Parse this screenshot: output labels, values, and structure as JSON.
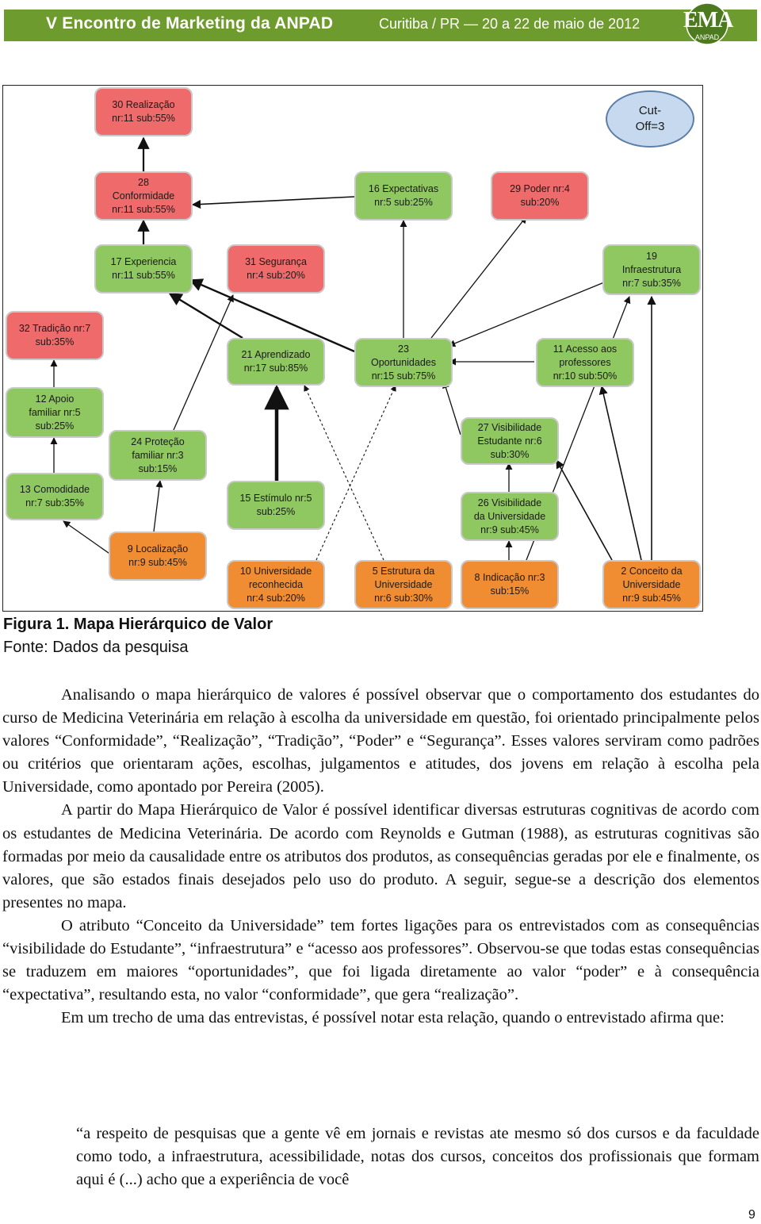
{
  "header": {
    "title": "V Encontro de Marketing da ANPAD",
    "subtitle": "Curitiba / PR — 20 a 22 de maio de 2012",
    "logo_main": "EMA",
    "logo_sub": "ANPAD",
    "bar_color": "#6e9b2d"
  },
  "figure": {
    "cutoff": "Cut-\nOff=3",
    "nodes": {
      "realizacao": "30 Realização\nnr:11 sub:55%",
      "conformidade": "28\nConformidade\nnr:11 sub:55%",
      "expectativas": "16 Expectativas\nnr:5 sub:25%",
      "poder": "29 Poder nr:4\nsub:20%",
      "experiencia": "17 Experiencia\nnr:11 sub:55%",
      "seguranca": "31 Segurança\nnr:4 sub:20%",
      "infraestrutura": "19\nInfraestrutura\nnr:7 sub:35%",
      "tradicao": "32 Tradição nr:7\nsub:35%",
      "aprendizado": "21 Aprendizado\nnr:17 sub:85%",
      "oportunidades": "23\nOportunidades\nnr:15 sub:75%",
      "acesso": "11 Acesso aos\nprofessores\nnr:10 sub:50%",
      "apoio": "12 Apoio\nfamiliar nr:5\nsub:25%",
      "visib_estudante": "27 Visibilidade\nEstudante nr:6\nsub:30%",
      "protecao": "24 Proteção\nfamiliar nr:3\nsub:15%",
      "comodidade": "13 Comodidade\nnr:7 sub:35%",
      "estimulo": "15 Estímulo nr:5\nsub:25%",
      "visib_universidade": "26 Visibilidade\nda Universidade\nnr:9 sub:45%",
      "localizacao": "9 Localização\nnr:9 sub:45%",
      "univ_reconhecida": "10 Universidade\nreconhecida\nnr:4 sub:20%",
      "estrutura": "5 Estrutura da\nUniversidade\nnr:6 sub:30%",
      "indicacao": "8 Indicação nr:3\nsub:15%",
      "conceito": "2 Conceito da\nUniversidade\nnr:9 sub:45%"
    },
    "colors": {
      "value": "#ef6b6b",
      "consequence": "#8fc860",
      "attribute": "#f08d32",
      "cutoff": "#c6d9ef"
    }
  },
  "caption": "Figura 1. Mapa Hierárquico de Valor",
  "source": "Fonte: Dados da pesquisa",
  "paragraphs": [
    "Analisando o mapa hierárquico de valores é possível observar que o comportamento dos estudantes do curso de Medicina Veterinária em relação à escolha da universidade em questão, foi orientado principalmente pelos valores “Conformidade”, “Realização”, “Tradição”, “Poder” e “Segurança”. Esses valores serviram como padrões ou critérios que orientaram ações, escolhas, julgamentos e atitudes, dos jovens em relação à escolha pela Universidade, como apontado por Pereira (2005).",
    "A partir do Mapa Hierárquico de Valor é possível identificar diversas estruturas cognitivas de acordo com os estudantes de Medicina Veterinária. De acordo com Reynolds e Gutman (1988), as estruturas cognitivas são formadas por meio da causalidade entre os atributos dos produtos, as consequências geradas por ele e finalmente, os valores, que são estados finais desejados pelo uso do produto. A seguir, segue-se a descrição dos elementos presentes no mapa.",
    "O atributo “Conceito da Universidade” tem fortes ligações para os entrevistados com as consequências “visibilidade do Estudante”, “infraestrutura” e “acesso aos professores”. Observou-se que todas estas consequências se traduzem em maiores “oportunidades”, que foi ligada diretamente ao valor “poder” e à consequência “expectativa”, resultando esta, no valor “conformidade”, que gera “realização”.",
    "Em um trecho de uma das entrevistas, é possível notar esta relação, quando o entrevistado afirma que:"
  ],
  "quote": "“a respeito de pesquisas que a gente vê em jornais e revistas ate mesmo só dos cursos e da faculdade como todo, a infraestrutura, acessibilidade, notas dos cursos, conceitos dos profissionais que formam aqui é (...) acho que a experiência de você",
  "page_number": "9"
}
